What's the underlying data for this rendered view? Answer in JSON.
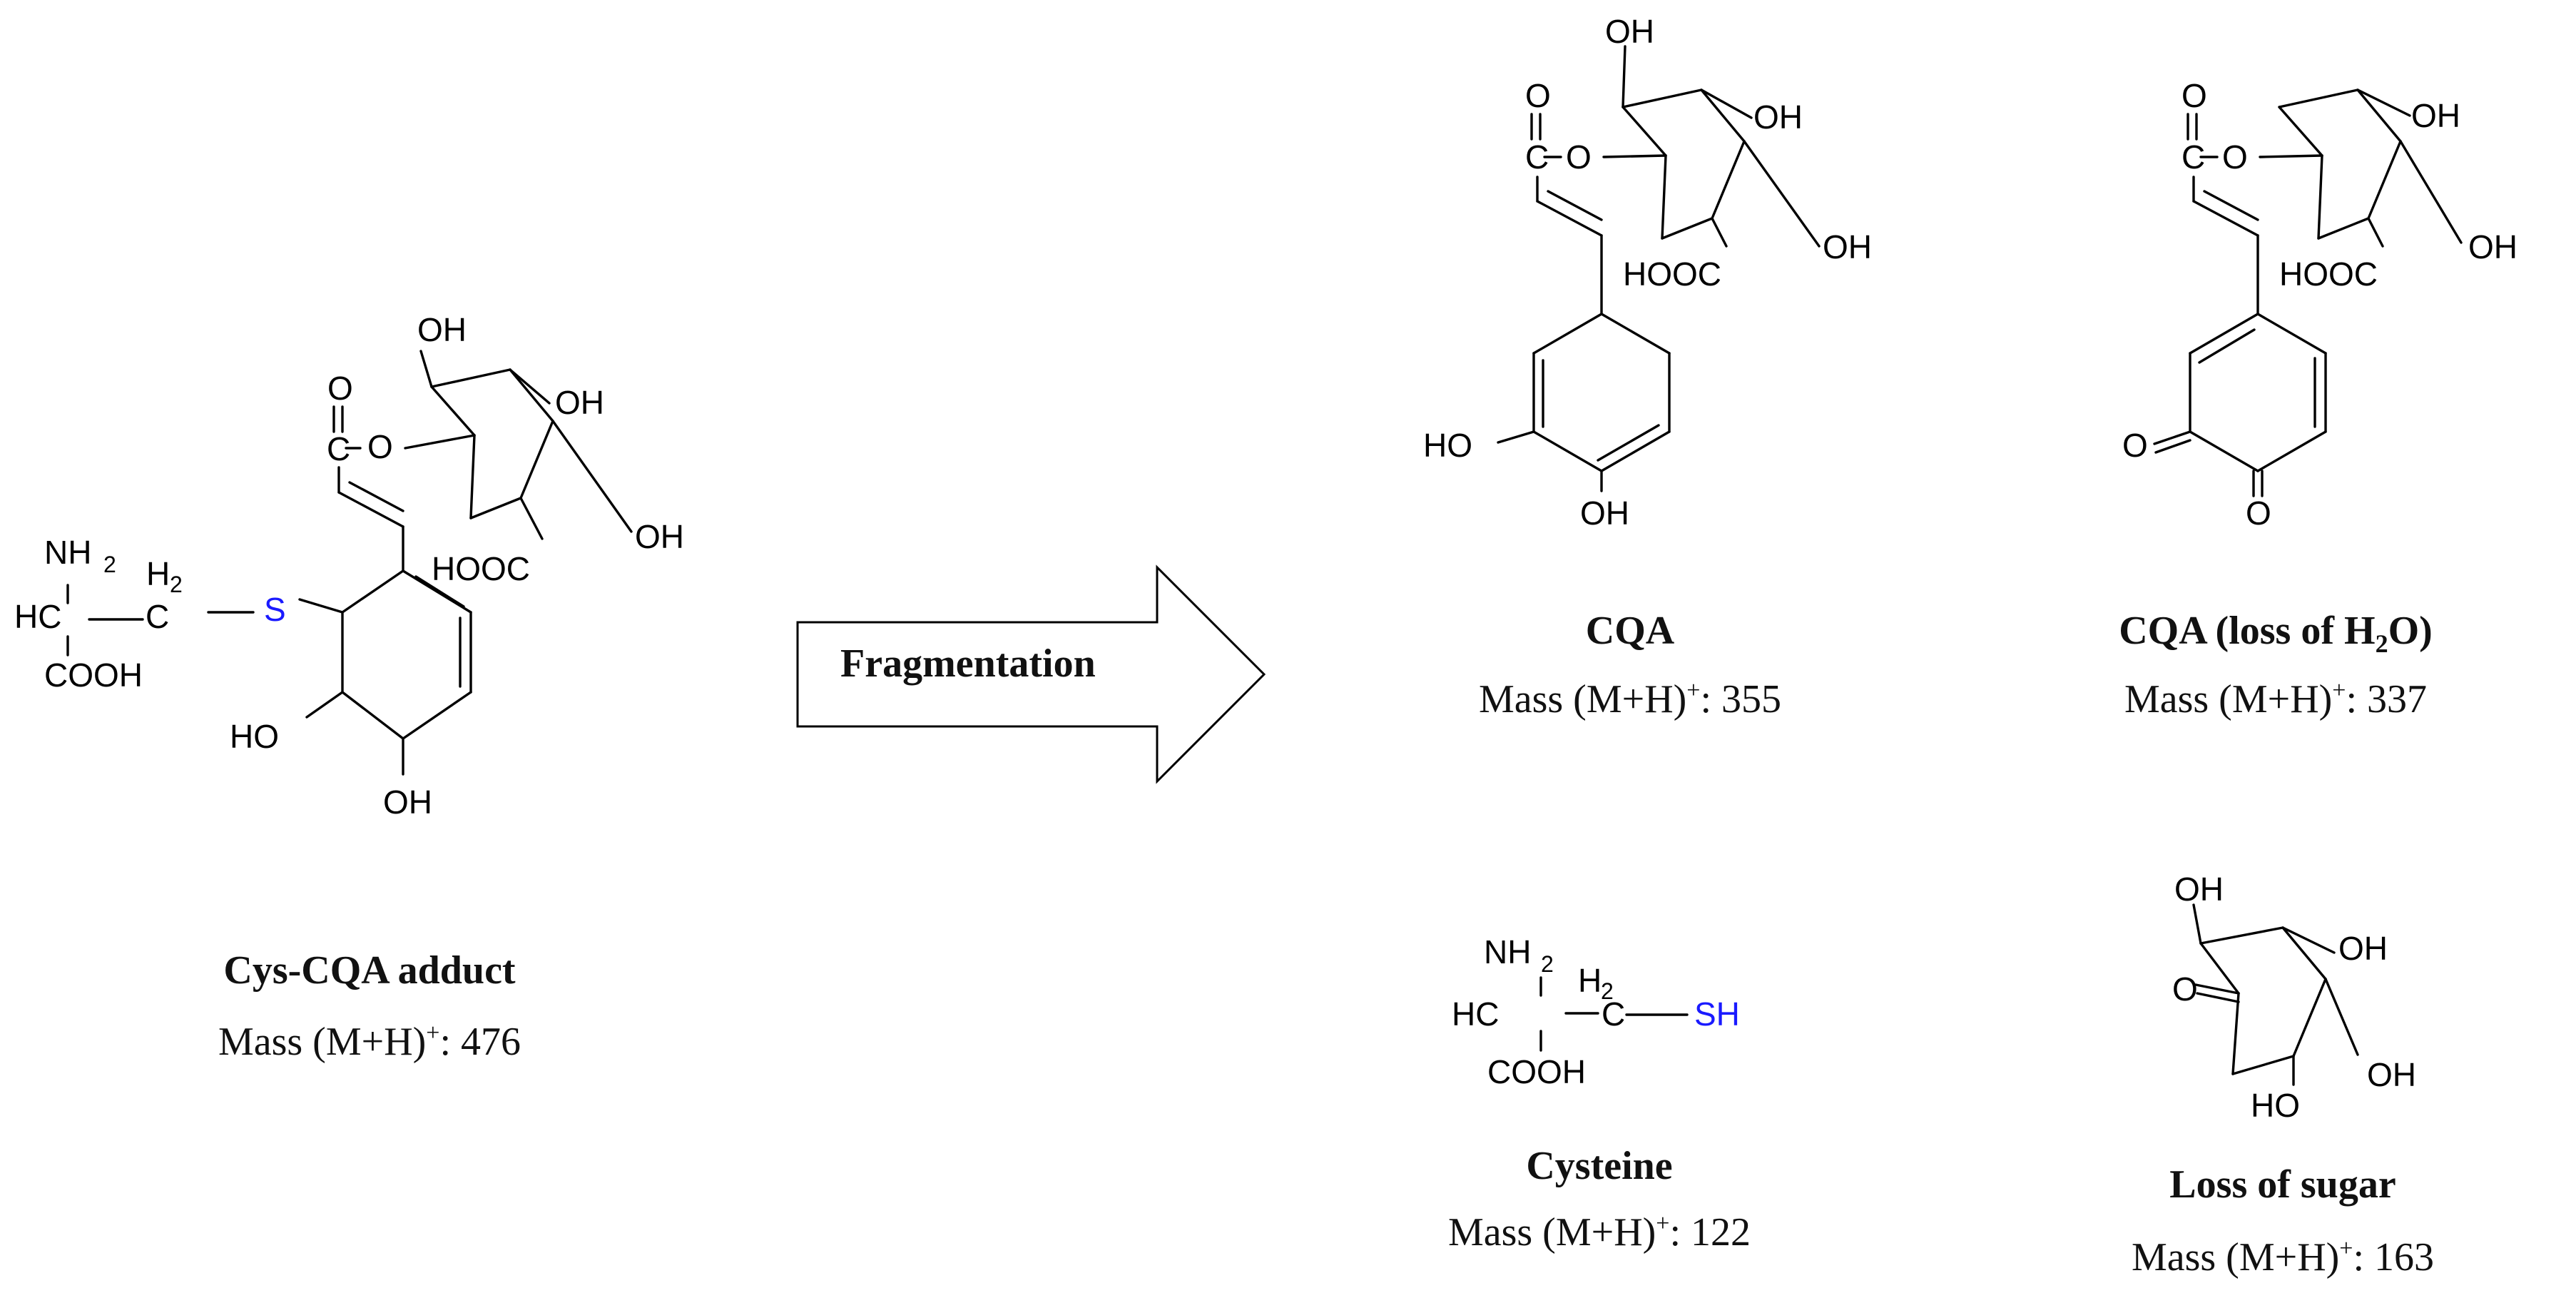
{
  "arrow": {
    "label": "Fragmentation"
  },
  "atoms": {
    "OH": "OH",
    "HO": "HO",
    "O": "O",
    "C": "C",
    "HOOC": "HOOC",
    "COOH": "COOH",
    "NH": "NH",
    "HC": "HC",
    "H": "H",
    "S": "S",
    "SH": "SH",
    "two": "2",
    "dot": "·"
  },
  "colors": {
    "sulfur": "#1a1aff",
    "ink": "#000000",
    "arrow_fill": "#ffffff"
  },
  "compounds": [
    {
      "name": "Cys-CQA adduct",
      "mass_prefix": "Mass (M+H)",
      "mass_sup": "+",
      "mass_value": ": 476"
    },
    {
      "name": "CQA",
      "mass_prefix": "Mass (M+H)",
      "mass_sup": "+",
      "mass_value": ": 355"
    },
    {
      "name_prefix": "CQA (loss of H",
      "name_sub": "2",
      "name_suffix": "O)",
      "mass_prefix": "Mass (M+H)",
      "mass_sup": "+",
      "mass_value": ": 337"
    },
    {
      "name": "Cysteine",
      "mass_prefix": "Mass (M+H)",
      "mass_sup": "+",
      "mass_value": ": 122"
    },
    {
      "name": "Loss of sugar",
      "mass_prefix": "Mass (M+H)",
      "mass_sup": "+",
      "mass_value": ": 163"
    }
  ]
}
